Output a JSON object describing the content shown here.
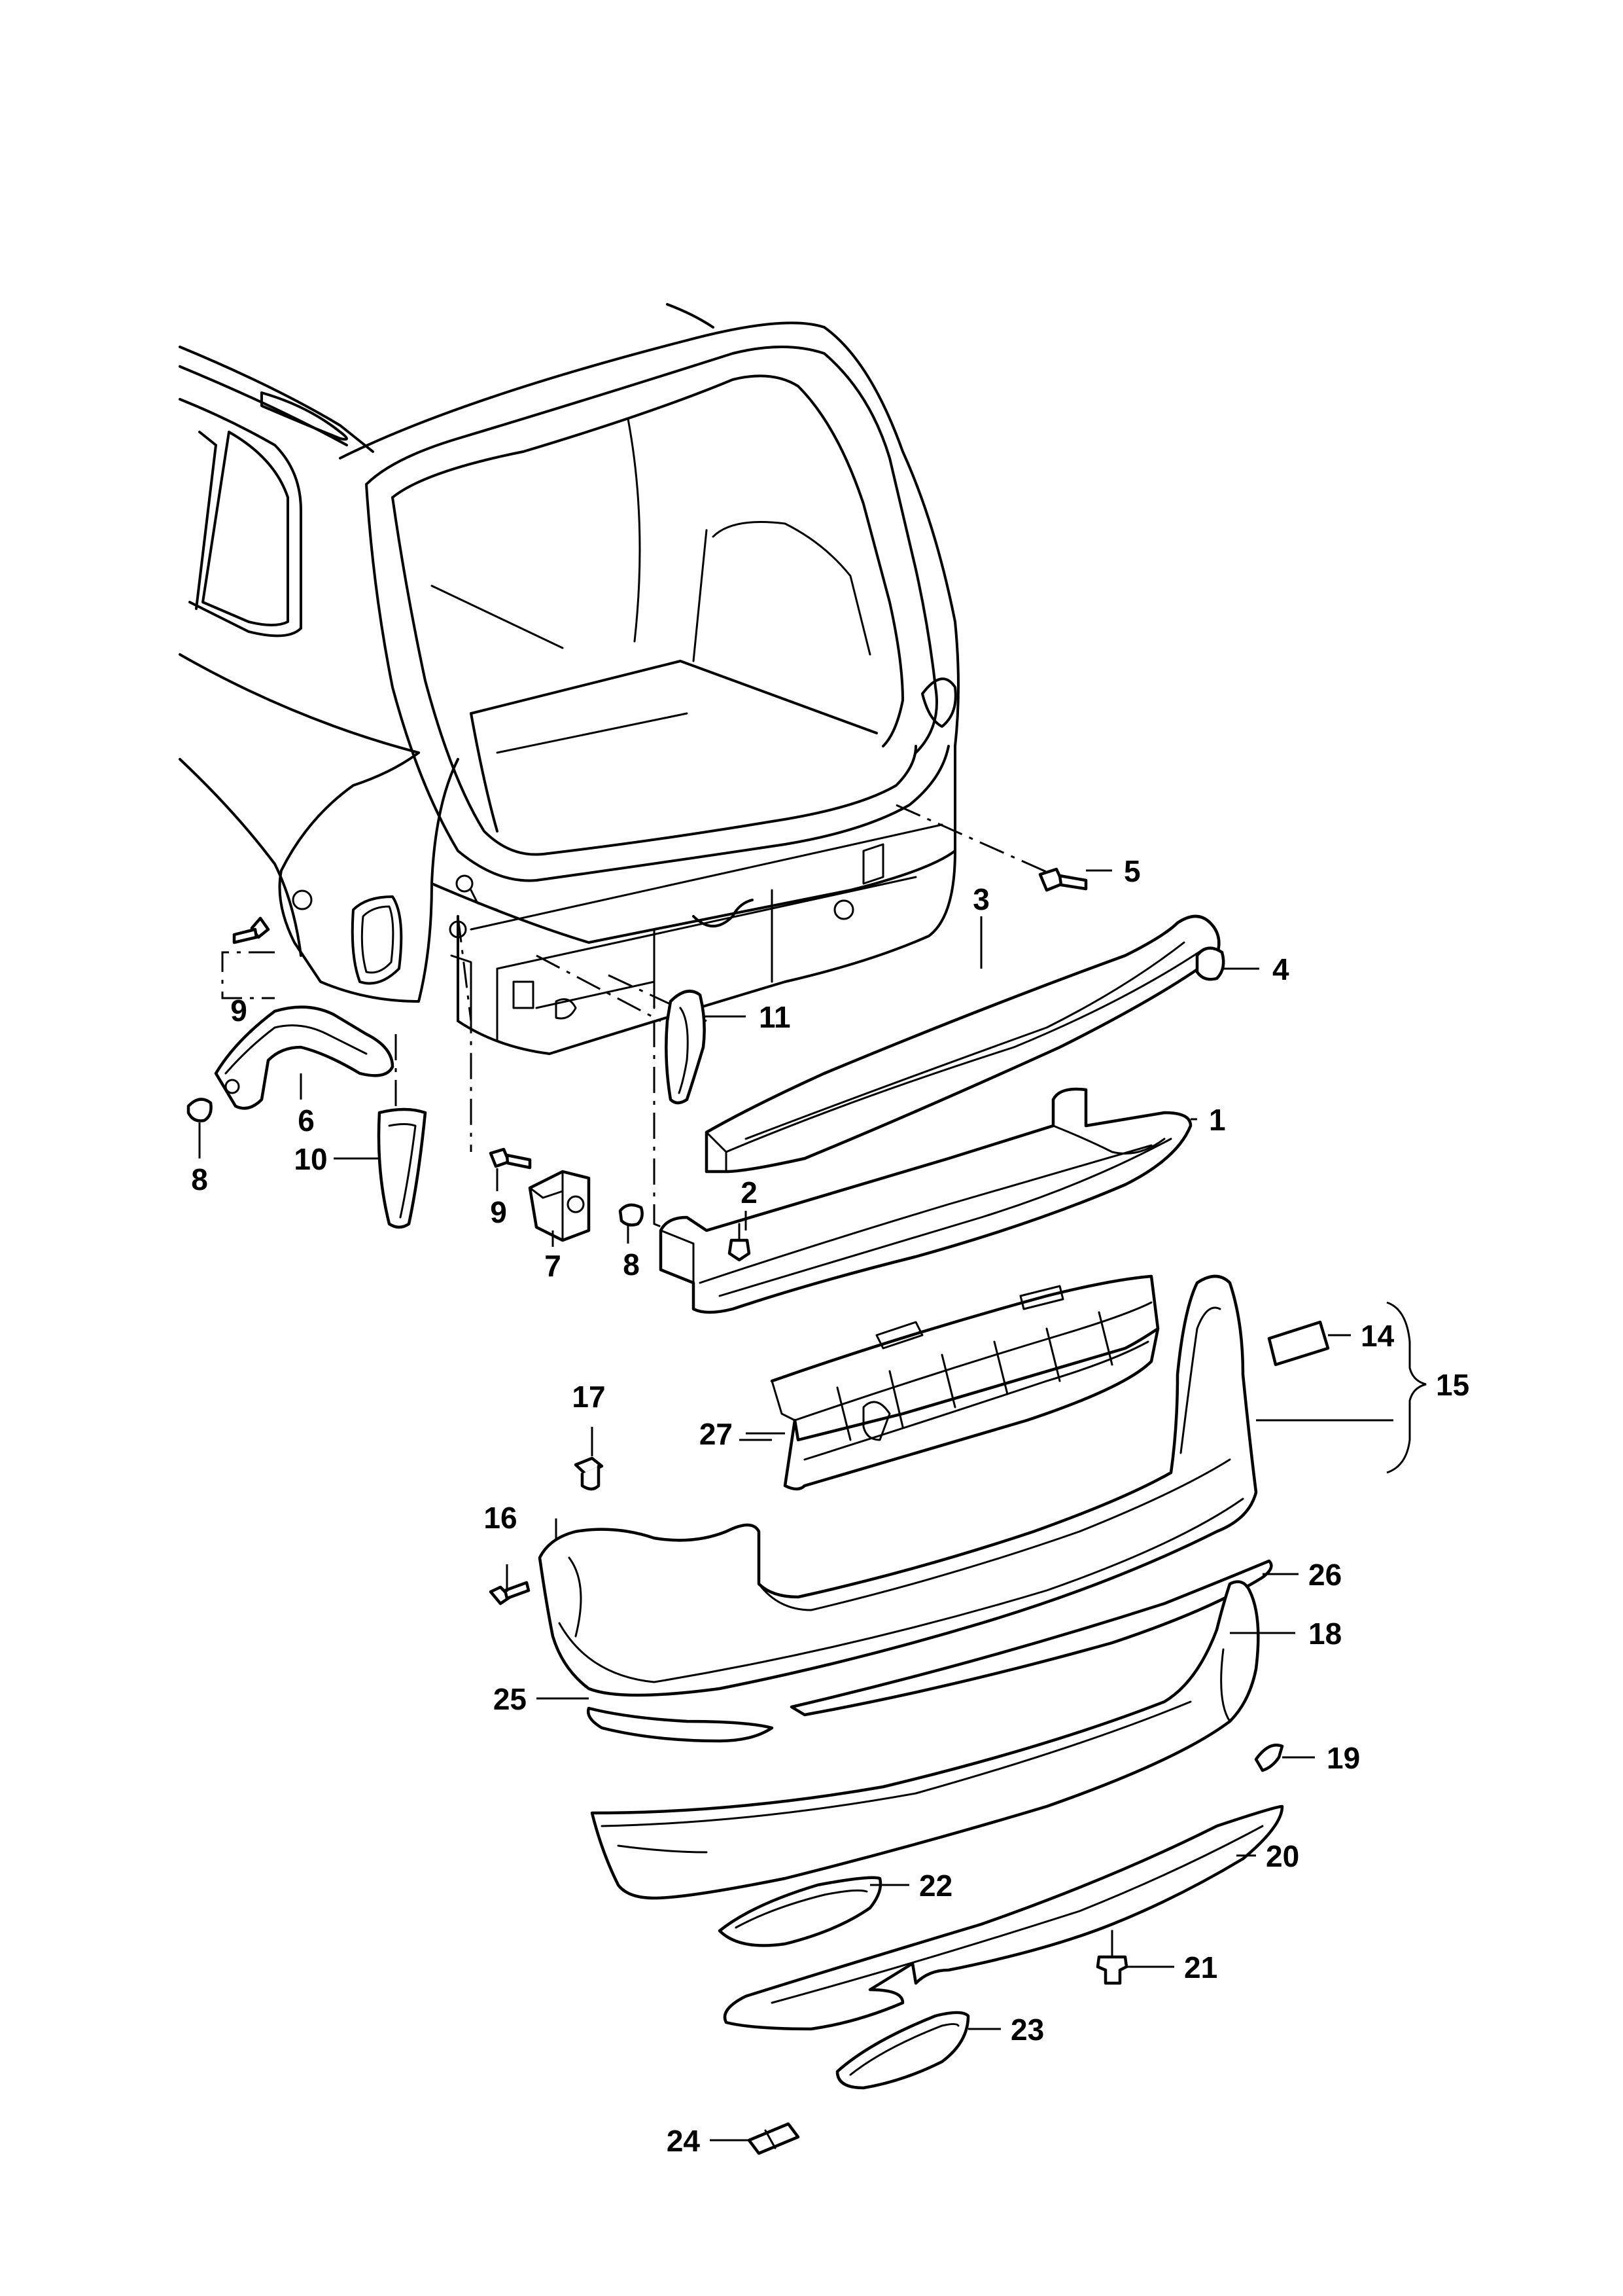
{
  "callouts": [
    {
      "id": "c1",
      "label": "1"
    },
    {
      "id": "c2",
      "label": "2"
    },
    {
      "id": "c3",
      "label": "3"
    },
    {
      "id": "c4",
      "label": "4"
    },
    {
      "id": "c5",
      "label": "5"
    },
    {
      "id": "c6",
      "label": "6"
    },
    {
      "id": "c7",
      "label": "7"
    },
    {
      "id": "c8a",
      "label": "8"
    },
    {
      "id": "c8b",
      "label": "8"
    },
    {
      "id": "c9a",
      "label": "9"
    },
    {
      "id": "c9b",
      "label": "9"
    },
    {
      "id": "c10",
      "label": "10"
    },
    {
      "id": "c11",
      "label": "11"
    },
    {
      "id": "c14",
      "label": "14"
    },
    {
      "id": "c15",
      "label": "15"
    },
    {
      "id": "c16",
      "label": "16"
    },
    {
      "id": "c17",
      "label": "17"
    },
    {
      "id": "c18",
      "label": "18"
    },
    {
      "id": "c19",
      "label": "19"
    },
    {
      "id": "c20",
      "label": "20"
    },
    {
      "id": "c21",
      "label": "21"
    },
    {
      "id": "c22",
      "label": "22"
    },
    {
      "id": "c23",
      "label": "23"
    },
    {
      "id": "c24",
      "label": "24"
    },
    {
      "id": "c25",
      "label": "25"
    },
    {
      "id": "c26",
      "label": "26"
    },
    {
      "id": "c27",
      "label": "27"
    }
  ]
}
